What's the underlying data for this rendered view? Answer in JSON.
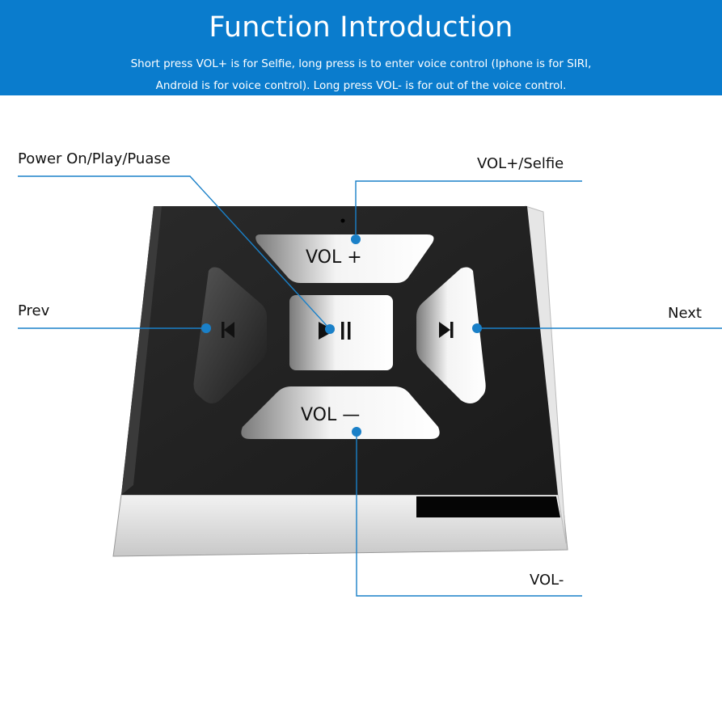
{
  "header": {
    "title": "Function Introduction",
    "description_line1": "Short press VOL+ is for Selfie, long press is to enter voice control (Iphone is for SIRI,",
    "description_line2": "Android is for voice control).  Long press VOL- is for out of the voice control."
  },
  "callouts": {
    "power": "Power On/Play/Puase",
    "vol_plus": "VOL+/Selfie",
    "prev": "Prev",
    "next": "Next",
    "vol_minus": "VOL-"
  },
  "device": {
    "vol_plus_label": "VOL +",
    "vol_minus_label": "VOL —"
  },
  "colors": {
    "header_bg": "#0a7ccd",
    "callout_line": "#1a80c8"
  }
}
